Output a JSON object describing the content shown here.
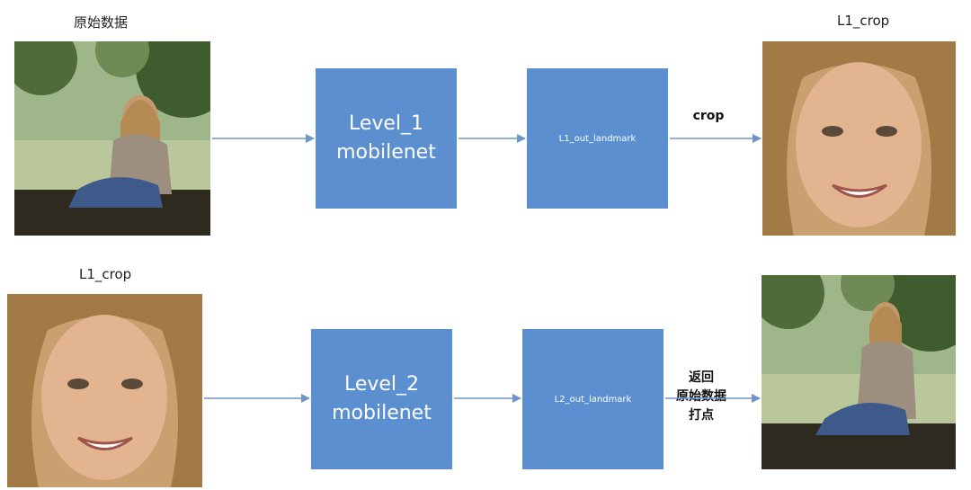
{
  "row1": {
    "input_label": "原始数据",
    "model_line1": "Level_1",
    "model_line2": "mobilenet",
    "output_box": "L1_out_landmark",
    "arrow_label": "crop",
    "result_label": "L1_crop"
  },
  "row2": {
    "input_label": "L1_crop",
    "model_line1": "Level_2",
    "model_line2": "mobilenet",
    "output_box": "L2_out_landmark",
    "arrow_label_lines": [
      "返回",
      "原始数据",
      "打点"
    ]
  },
  "colors": {
    "box": "#5b8fd0",
    "arrow": "#6f95c6"
  }
}
